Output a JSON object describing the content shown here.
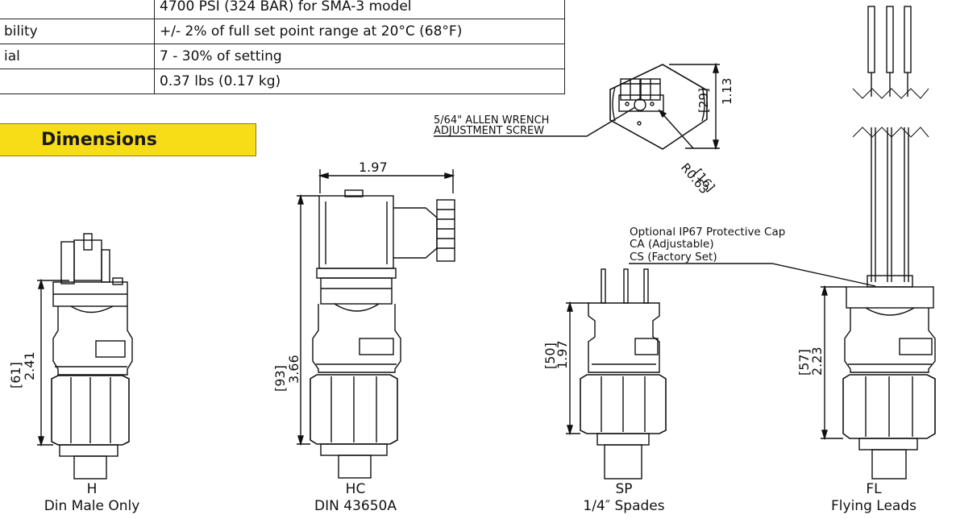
{
  "specs": [
    {
      "label": "",
      "value": "4700 PSI (324 BAR) for SMA-3 model"
    },
    {
      "label": "bility",
      "value": "+/- 2% of full set point range at 20°C (68°F)"
    },
    {
      "label": "ial",
      "value": "7 - 30% of setting"
    },
    {
      "label": "",
      "value": "0.37 lbs (0.17 kg)"
    }
  ],
  "section_title": "Dimensions",
  "top_view": {
    "note_line1": "5/64\" ALLEN WRENCH",
    "note_line2": "ADJUSTMENT SCREW",
    "dim_height_mm": "[29]",
    "dim_height_in": "1.13",
    "dim_radius_mm": "[16]",
    "dim_radius_in": "R0.63"
  },
  "hc_width": "1.97",
  "protective_cap": {
    "line1": "Optional IP67 Protective Cap",
    "line2": "CA (Adjustable)",
    "line3": "CS (Factory Set)"
  },
  "models": [
    {
      "code": "H",
      "name": "Din Male Only",
      "dim_mm": "[61]",
      "dim_in": "2.41"
    },
    {
      "code": "HC",
      "name": "DIN 43650A",
      "dim_mm": "[93]",
      "dim_in": "3.66"
    },
    {
      "code": "SP",
      "name": "1/4″ Spades",
      "dim_mm": "[50]",
      "dim_in": "1.97"
    },
    {
      "code": "FL",
      "name": "Flying Leads",
      "dim_mm": "[57]",
      "dim_in": "2.23"
    }
  ]
}
